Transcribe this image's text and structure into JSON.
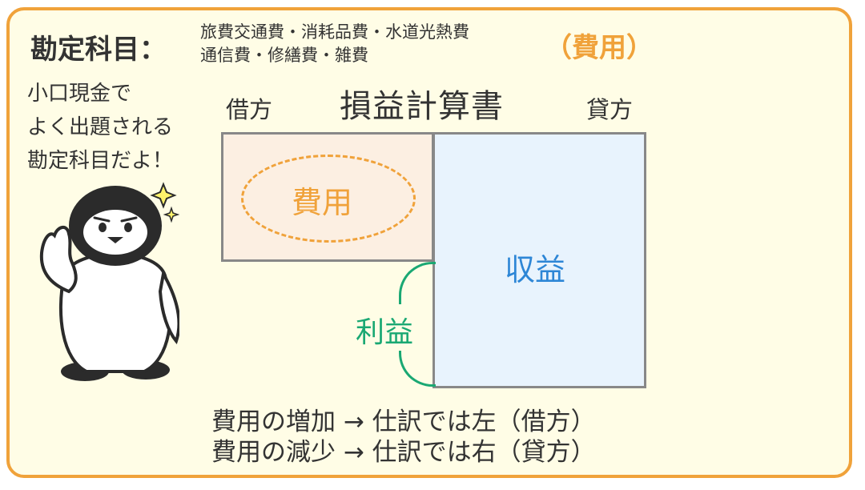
{
  "header": {
    "label": "勘定科目：",
    "items_line1": "旅費交通費・消耗品費・水道光熱費",
    "items_line2": "通信費・修繕費・雑費",
    "category": "（費用）"
  },
  "speech": {
    "line1": "小口現金で",
    "line2": "よく出題される",
    "line3": "勘定科目だよ！"
  },
  "statement": {
    "title": "損益計算書",
    "debit": "借方",
    "credit": "貸方",
    "expense": "費用",
    "revenue": "収益",
    "profit": "利益"
  },
  "rules": {
    "line1": "費用の増加 → 仕訳では左（借方）",
    "line2": "費用の減少 → 仕訳では右（貸方）"
  },
  "colors": {
    "border": "#f0a23a",
    "background": "#fffde6",
    "expense_text": "#f0a23a",
    "expense_fill": "#fcefe2",
    "revenue_text": "#2d86d6",
    "revenue_fill": "#e8f3fd",
    "profit": "#1aa873",
    "box_border": "#888888"
  },
  "icons": {
    "character": "penguin-illustration",
    "sparkle": "sparkle-icon"
  }
}
